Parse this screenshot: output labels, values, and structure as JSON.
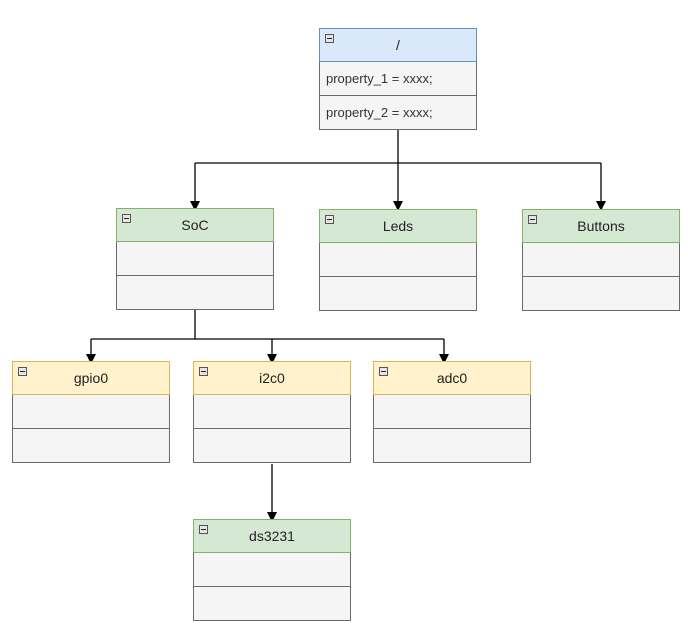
{
  "root": {
    "title": "/",
    "rows": [
      "property_1 = xxxx;",
      "property_2 = xxxx;"
    ],
    "color": "#dae8fc"
  },
  "soc": {
    "title": "SoC",
    "rows": [
      "",
      ""
    ],
    "color": "#d5e8d4"
  },
  "leds": {
    "title": "Leds",
    "rows": [
      "",
      ""
    ],
    "color": "#d5e8d4"
  },
  "buttons": {
    "title": "Buttons",
    "rows": [
      "",
      ""
    ],
    "color": "#d5e8d4"
  },
  "gpio0": {
    "title": "gpio0",
    "rows": [
      "",
      ""
    ],
    "color": "#fff2cc"
  },
  "i2c0": {
    "title": "i2c0",
    "rows": [
      "",
      ""
    ],
    "color": "#fff2cc"
  },
  "adc0": {
    "title": "adc0",
    "rows": [
      "",
      ""
    ],
    "color": "#fff2cc"
  },
  "ds3231": {
    "title": "ds3231",
    "rows": [
      "",
      ""
    ],
    "color": "#d5e8d4"
  },
  "collapse_icon": "collapse-minus-icon",
  "edge_color": "#000000"
}
